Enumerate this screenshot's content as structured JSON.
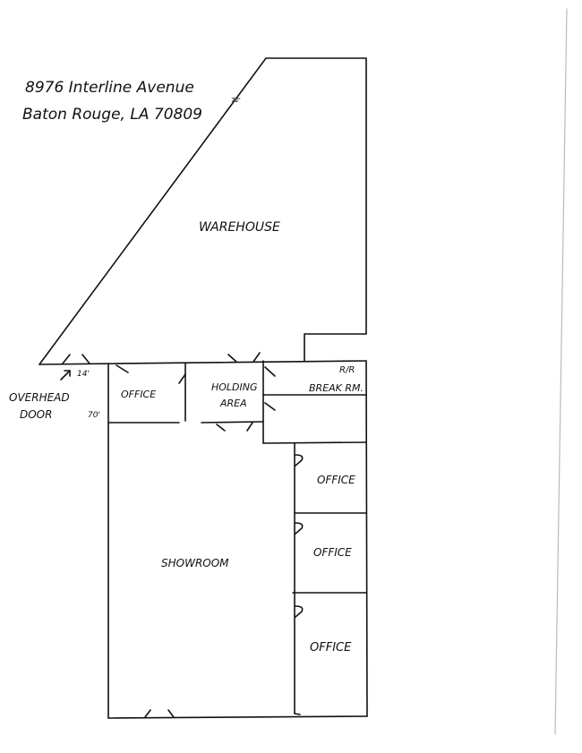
{
  "address": {
    "line1": "8976 Interline Avenue",
    "line2": "Baton Rouge, LA 70809"
  },
  "dimensions": {
    "top": "72'",
    "door_width": "14'",
    "side": "70'"
  },
  "rooms": {
    "warehouse": "WAREHOUSE",
    "office_front": "OFFICE",
    "holding_area_line1": "HOLDING",
    "holding_area_line2": "AREA",
    "restroom": "R/R",
    "break_room": "BREAK RM.",
    "office_1": "OFFICE",
    "office_2": "OFFICE",
    "office_3": "OFFICE",
    "showroom": "SHOWROOM"
  },
  "labels": {
    "overhead_door_line1": "OVERHEAD",
    "overhead_door_line2": "DOOR"
  }
}
